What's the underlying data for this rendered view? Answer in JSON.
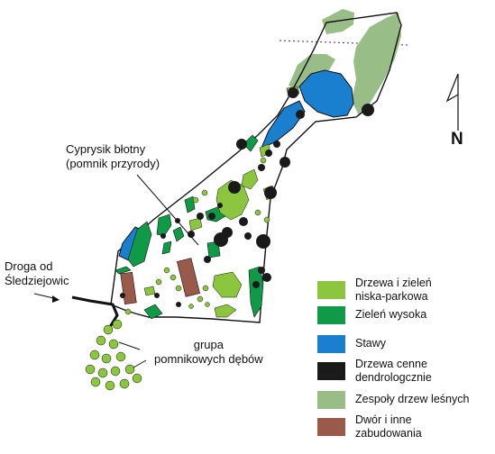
{
  "labels": {
    "cypress": [
      "Cyprysik błotny",
      "(pomnik przyrody)"
    ],
    "road": [
      "Droga od",
      "Śledziejowic"
    ],
    "oaks": [
      "grupa",
      "pomnikowych dębów"
    ]
  },
  "north": "N",
  "legend": [
    {
      "lines": [
        "Drzewa i zieleń",
        "niska-parkowa"
      ],
      "color": "#8cc63f"
    },
    {
      "lines": [
        "Zieleń wysoka"
      ],
      "color": "#0f9a48"
    },
    {
      "lines": [
        "Stawy"
      ],
      "color": "#1b7fd0"
    },
    {
      "lines": [
        "Drzewa cenne",
        "dendrologcznie"
      ],
      "color": "#1a1a1a"
    },
    {
      "lines": [
        "Zespoły drzew leśnych"
      ],
      "color": "#99bd86"
    },
    {
      "lines": [
        "Dwór i inne",
        "zabudowania"
      ],
      "color": "#9a5a4a"
    }
  ]
}
